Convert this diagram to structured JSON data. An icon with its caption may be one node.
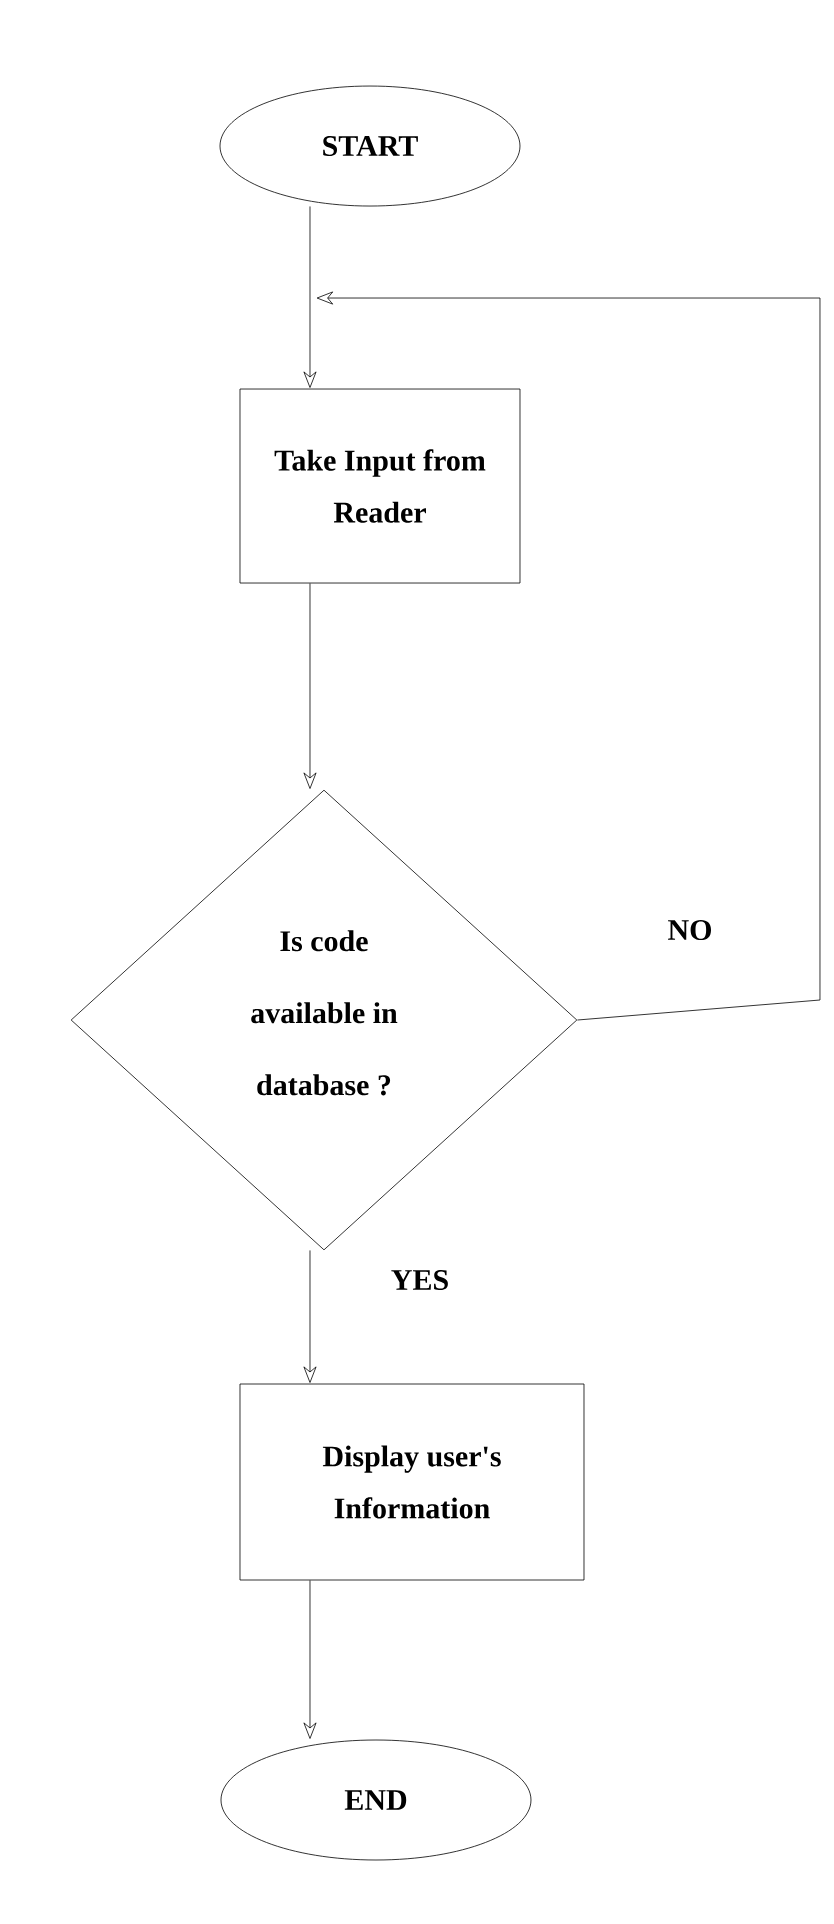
{
  "diagram": {
    "nodes": [
      {
        "text": [
          "START"
        ]
      },
      {
        "text": [
          "Take Input from Reader"
        ]
      },
      {
        "text": [
          "Is code available in database ?"
        ]
      },
      {
        "text": [
          "Display user's Information"
        ]
      },
      {
        "text": [
          "END"
        ]
      }
    ],
    "edges": [
      {
        "from": 0,
        "to": 1,
        "arrow": "to"
      },
      {
        "from": 1,
        "to": 2,
        "arrow": "to"
      },
      {
        "from": 2,
        "to": 1,
        "arrow": "to",
        "label": "NO"
      },
      {
        "from": 2,
        "to": 3,
        "arrow": "to",
        "label": "YES"
      },
      {
        "from": 3,
        "to": 4,
        "arrow": "to"
      }
    ]
  }
}
